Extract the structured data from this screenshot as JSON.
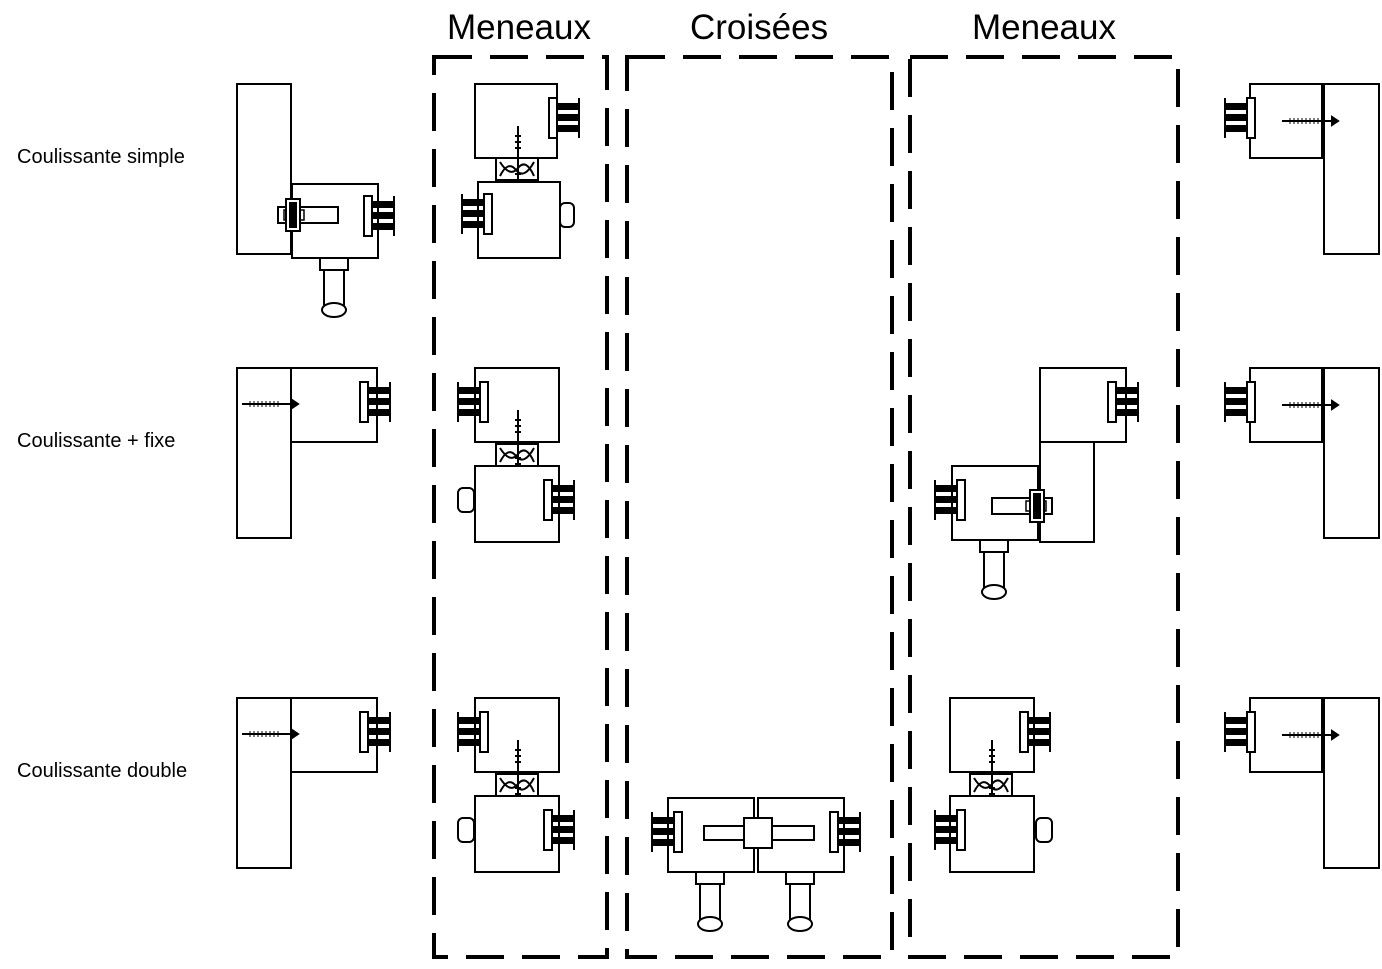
{
  "columns": {
    "left_mullions": "Meneaux",
    "cross_bars": "Croisées",
    "right_mullions": "Meneaux"
  },
  "rows": {
    "single_slider": "Coulissante simple",
    "slider_plus_fixed": "Coulissante + fixe",
    "double_slider": "Coulissante double"
  },
  "colors": {
    "stroke": "#000000",
    "background": "#ffffff"
  }
}
